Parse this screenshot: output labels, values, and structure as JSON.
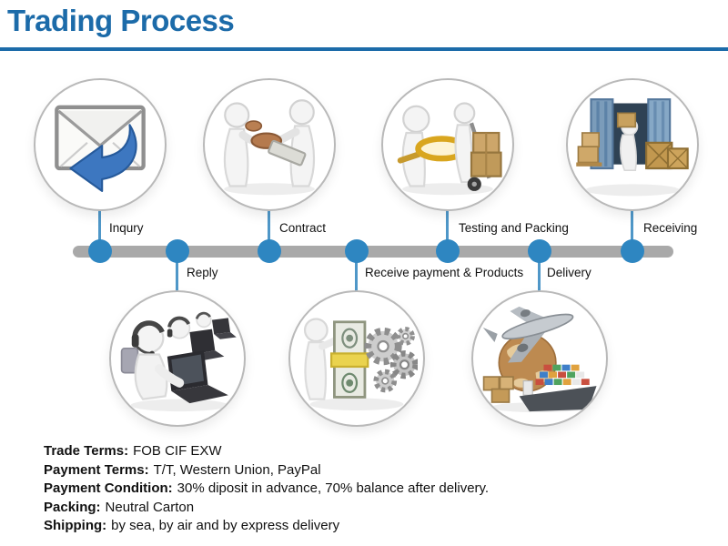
{
  "header": {
    "title": "Trading Process"
  },
  "colors": {
    "accent": "#1c6ba9",
    "timeline_bar": "#a9a9a9",
    "dot": "#2e86c1",
    "connector": "#4f97c8"
  },
  "steps": [
    {
      "label": "Inqury",
      "position": "top",
      "icon": "envelope-reply-icon"
    },
    {
      "label": "Reply",
      "position": "bottom",
      "icon": "call-center-icon"
    },
    {
      "label": "Contract",
      "position": "top",
      "icon": "stamp-contract-icon"
    },
    {
      "label": "Receive payment & Products",
      "position": "bottom",
      "icon": "money-gears-icon"
    },
    {
      "label": "Testing and Packing",
      "position": "top",
      "icon": "inspection-handtruck-icon"
    },
    {
      "label": "Delivery",
      "position": "bottom",
      "icon": "airplane-globe-ship-icon"
    },
    {
      "label": "Receiving",
      "position": "top",
      "icon": "container-unloading-icon"
    }
  ],
  "terms": [
    {
      "label": "Trade Terms:",
      "value": "FOB CIF EXW"
    },
    {
      "label": "Payment Terms:",
      "value": "T/T, Western Union, PayPal"
    },
    {
      "label": "Payment Condition:",
      "value": "30% diposit in advance, 70% balance after delivery."
    },
    {
      "label": "Packing:",
      "value": "Neutral Carton"
    },
    {
      "label": "Shipping:",
      "value": "by sea, by air and by express delivery"
    }
  ]
}
